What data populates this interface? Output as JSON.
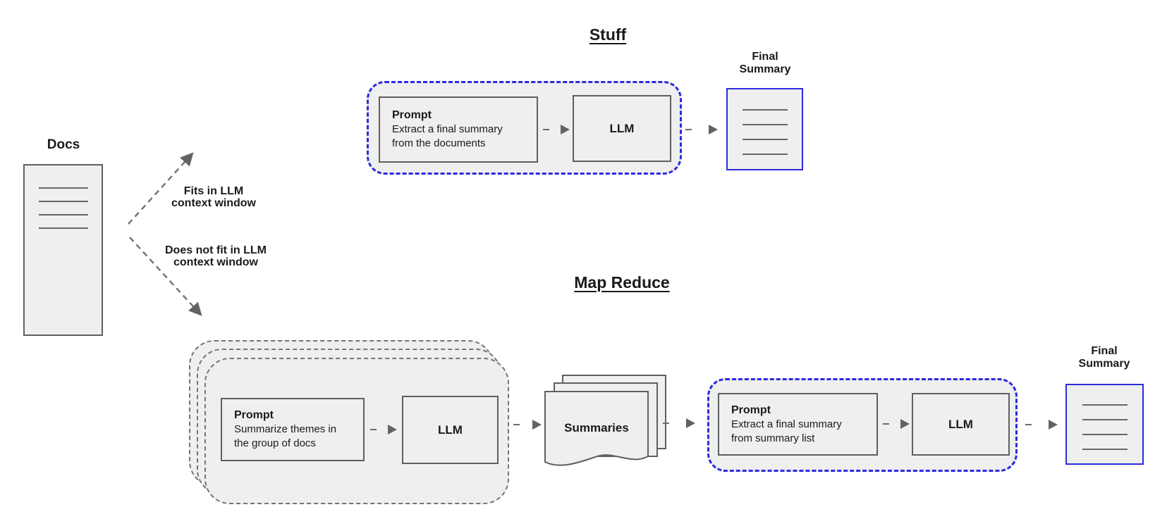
{
  "colors": {
    "container_fill": "#efefef",
    "box_border": "#5f5f5f",
    "accent_blue": "#2b2be0",
    "arrow_gray": "#6b6b6b"
  },
  "docs": {
    "label": "Docs"
  },
  "branch_labels": {
    "fits": "Fits in LLM\ncontext window",
    "does_not_fit": "Does not fit in LLM\ncontext window"
  },
  "stuff": {
    "title": "Stuff",
    "prompt": {
      "title": "Prompt",
      "body": "Extract a final summary\nfrom the documents"
    },
    "llm": "LLM",
    "final_summary": "Final\nSummary"
  },
  "map_reduce": {
    "title": "Map Reduce",
    "map_prompt": {
      "title": "Prompt",
      "body": "Summarize themes in\nthe group of docs"
    },
    "map_llm": "LLM",
    "summaries": "Summaries",
    "reduce_prompt": {
      "title": "Prompt",
      "body": "Extract a final summary\nfrom summary list"
    },
    "reduce_llm": "LLM",
    "final_summary": "Final\nSummary"
  }
}
